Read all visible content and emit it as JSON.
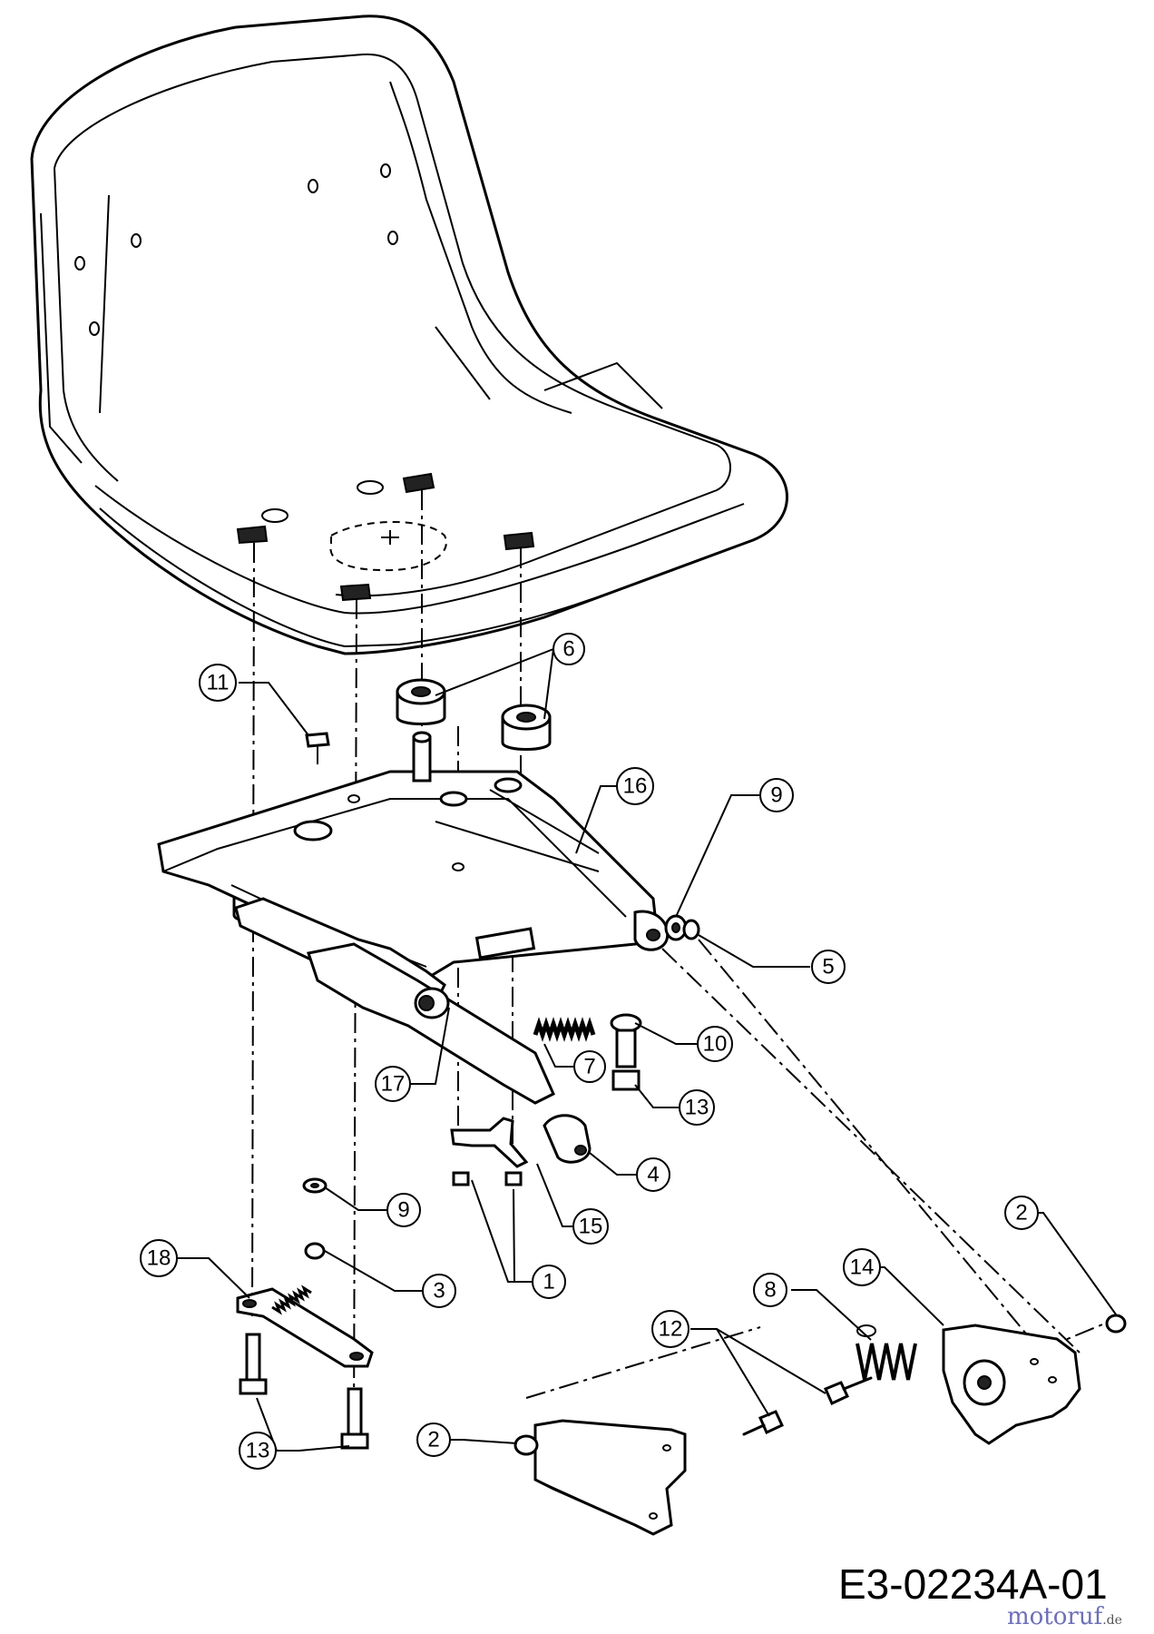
{
  "diagram": {
    "drawing_id": "E3-02234A-01",
    "watermark": {
      "brand": "motoruf",
      "suffix": ".de"
    },
    "callouts": [
      {
        "id": "c6",
        "label": "6"
      },
      {
        "id": "c11",
        "label": "11"
      },
      {
        "id": "c16",
        "label": "16"
      },
      {
        "id": "c9a",
        "label": "9"
      },
      {
        "id": "c5",
        "label": "5"
      },
      {
        "id": "c10",
        "label": "10"
      },
      {
        "id": "c7",
        "label": "7"
      },
      {
        "id": "c13a",
        "label": "13"
      },
      {
        "id": "c17",
        "label": "17"
      },
      {
        "id": "c4",
        "label": "4"
      },
      {
        "id": "c15",
        "label": "15"
      },
      {
        "id": "c9b",
        "label": "9"
      },
      {
        "id": "c3",
        "label": "3"
      },
      {
        "id": "c1",
        "label": "1"
      },
      {
        "id": "c18",
        "label": "18"
      },
      {
        "id": "c2a",
        "label": "2"
      },
      {
        "id": "c14",
        "label": "14"
      },
      {
        "id": "c8",
        "label": "8"
      },
      {
        "id": "c12",
        "label": "12"
      },
      {
        "id": "c2b",
        "label": "2"
      },
      {
        "id": "c13b",
        "label": "13"
      }
    ]
  }
}
